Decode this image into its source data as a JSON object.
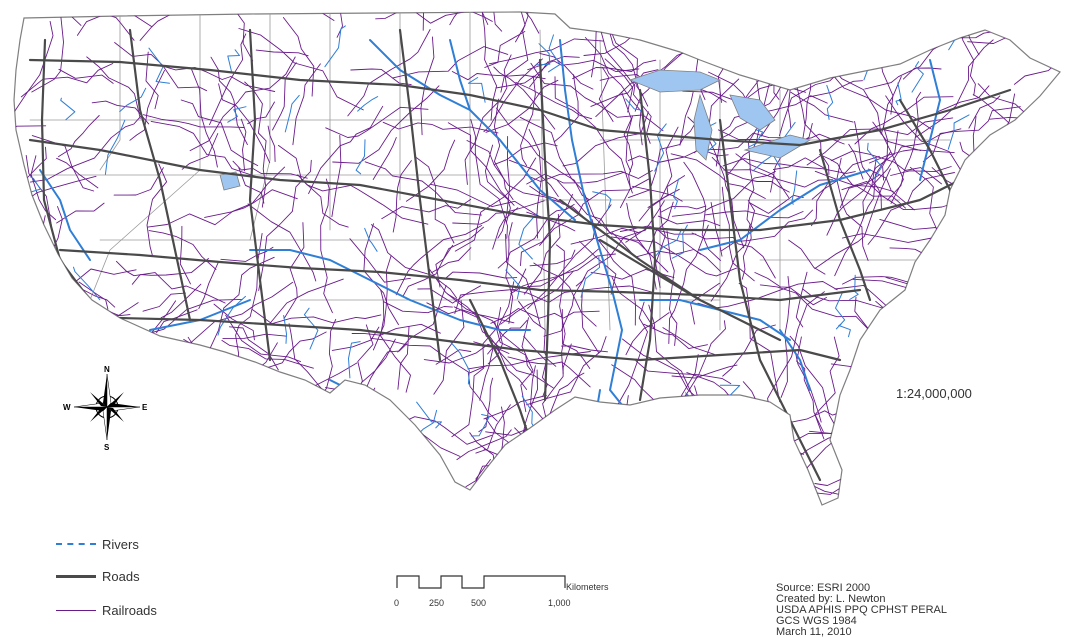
{
  "map": {
    "scale_ratio": "1:24,000,000",
    "colors": {
      "rivers": "#2f7fd6",
      "roads": "#4a4a4a",
      "railroads": "#6a1b8a",
      "borders": "#9a9a9a",
      "outline": "#7f7f7f"
    }
  },
  "compass": {
    "n": "N",
    "s": "S",
    "e": "E",
    "w": "W"
  },
  "legend": {
    "items": [
      {
        "label": "Rivers",
        "color": "#2f7fd6",
        "style": "dashed"
      },
      {
        "label": "Roads",
        "color": "#4a4a4a",
        "style": "solid-thick"
      },
      {
        "label": "Railroads",
        "color": "#6a1b8a",
        "style": "solid"
      }
    ]
  },
  "scalebar": {
    "ticks": [
      "0",
      "250",
      "500",
      "1,000"
    ],
    "unit": "Kilometers"
  },
  "source": {
    "lines": [
      "Source: ESRI 2000",
      "Created by: L. Newton",
      "USDA APHIS PPQ CPHST PERAL",
      "GCS WGS 1984",
      "March 11, 2010"
    ]
  }
}
